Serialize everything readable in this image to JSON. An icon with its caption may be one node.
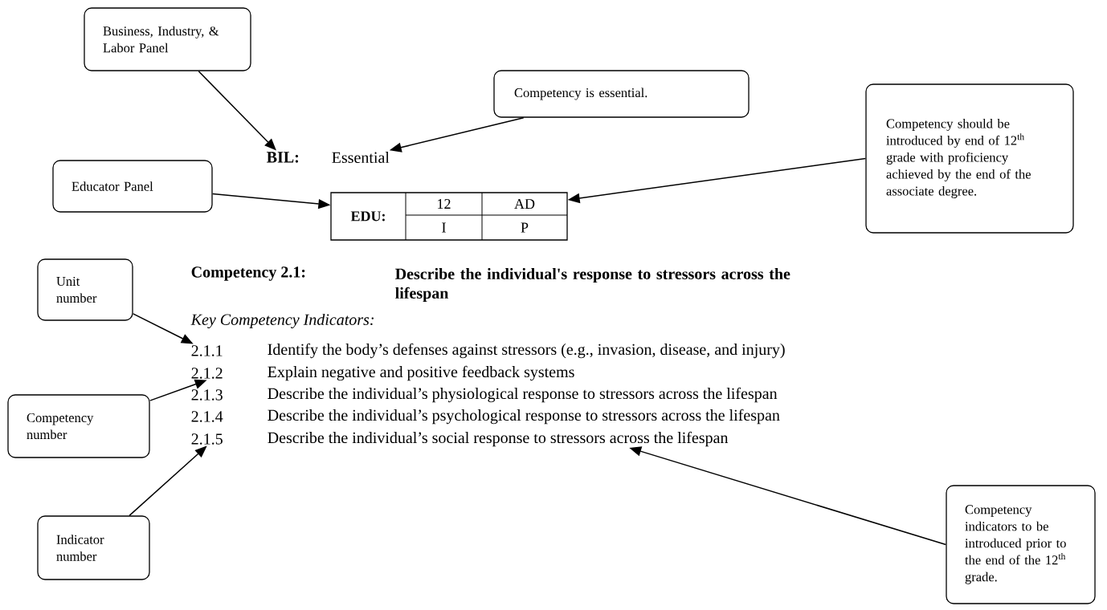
{
  "diagram": {
    "nodes": [
      {
        "text": [
          "Business, Industry, & Labor Panel"
        ]
      },
      {
        "text": [
          "Competency is essential."
        ]
      },
      {
        "text": [
          "Competency should be introduced by end of 12$^{th}$ grade with proficiency achieved by the end of the associate degree."
        ]
      },
      {
        "text": [
          "BIL:"
        ]
      },
      {
        "text": [
          "Essential"
        ]
      },
      {
        "text": [
          "Educator Panel"
        ]
      },
      {
        "text": [
          "EDU:",
          "12",
          "AD",
          "I",
          "P"
        ]
      },
      {
        "text": [
          "Unit number"
        ]
      },
      {
        "text": [
          "2.1.1"
        ]
      },
      {
        "text": [
          "2.1.2"
        ]
      },
      {
        "text": [
          "Competency number"
        ]
      },
      {
        "text": [
          "2.1.5"
        ]
      },
      {
        "text": [
          "Describe the individual’s social response to stressors across the lifespan"
        ]
      },
      {
        "text": [
          "Indicator number"
        ]
      },
      {
        "text": [
          "Competency indicators to be introduced prior to the end of the 12$^{th}$ grade."
        ]
      }
    ],
    "edges": [
      {
        "from": 0,
        "to": 3,
        "arrow": "to"
      },
      {
        "from": 1,
        "to": 4,
        "arrow": "to"
      },
      {
        "from": 5,
        "to": 6,
        "arrow": "to"
      },
      {
        "from": 2,
        "to": 6,
        "arrow": "to"
      },
      {
        "from": 7,
        "to": 8,
        "arrow": "to"
      },
      {
        "from": 10,
        "to": 9,
        "arrow": "to"
      },
      {
        "from": 13,
        "to": 11,
        "arrow": "to"
      },
      {
        "from": 14,
        "to": 12,
        "arrow": "to"
      }
    ],
    "labels": [
      "Competency 2.1:",
      "Describe the individual's response to stressors across the lifespan",
      "Key Competency Indicators:",
      "Identify the body’s defenses against stressors (e.g., invasion, disease, and injury)",
      "Explain negative and positive feedback systems",
      "2.1.3",
      "Describe the individual’s physiological response to stressors across the lifespan",
      "2.1.4",
      "Describe the individual’s psychological response to stressors across the lifespan"
    ]
  }
}
